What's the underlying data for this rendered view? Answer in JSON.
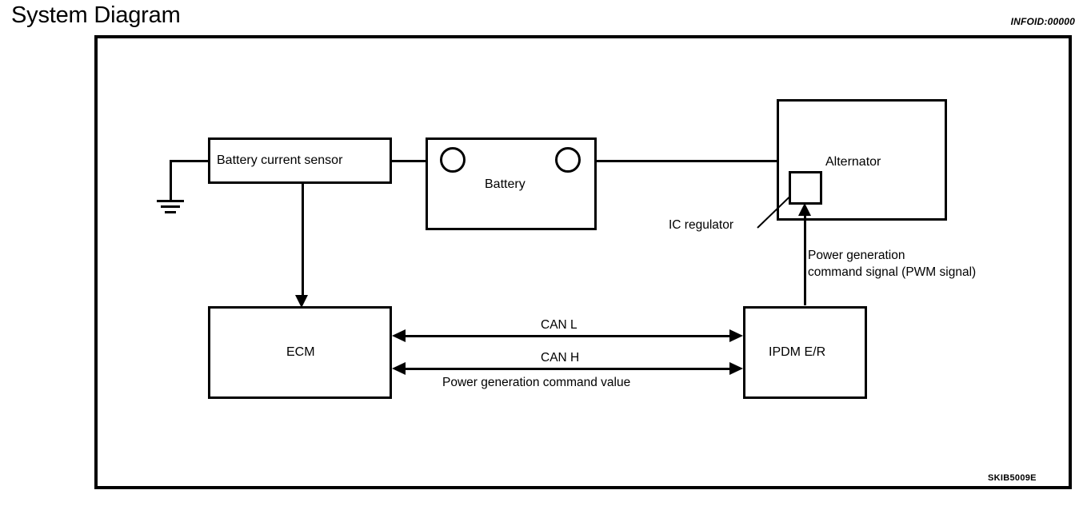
{
  "header": {
    "title": "System Diagram",
    "infoid": "INFOID:00000",
    "figure_code": "SKIB5009E"
  },
  "diagram": {
    "type": "block-diagram",
    "nodes": [
      {
        "id": "battery_current_sensor",
        "label": "Battery current sensor"
      },
      {
        "id": "battery",
        "label": "Battery"
      },
      {
        "id": "alternator",
        "label": "Alternator"
      },
      {
        "id": "ic_regulator",
        "label": "IC regulator"
      },
      {
        "id": "ecm",
        "label": "ECM"
      },
      {
        "id": "ipdm_er",
        "label": "IPDM E/R"
      }
    ],
    "signals": {
      "can_l": "CAN L",
      "can_h": "CAN H",
      "power_generation_command_value": "Power generation command value",
      "pwm_line1": "Power generation",
      "pwm_line2": "command signal (PWM signal)"
    },
    "symbols": {
      "ground": "ground-symbol",
      "battery_terminal_positive": "battery-terminal",
      "battery_terminal_negative": "battery-terminal"
    },
    "colors": {
      "line": "#000000",
      "background": "#ffffff"
    }
  }
}
